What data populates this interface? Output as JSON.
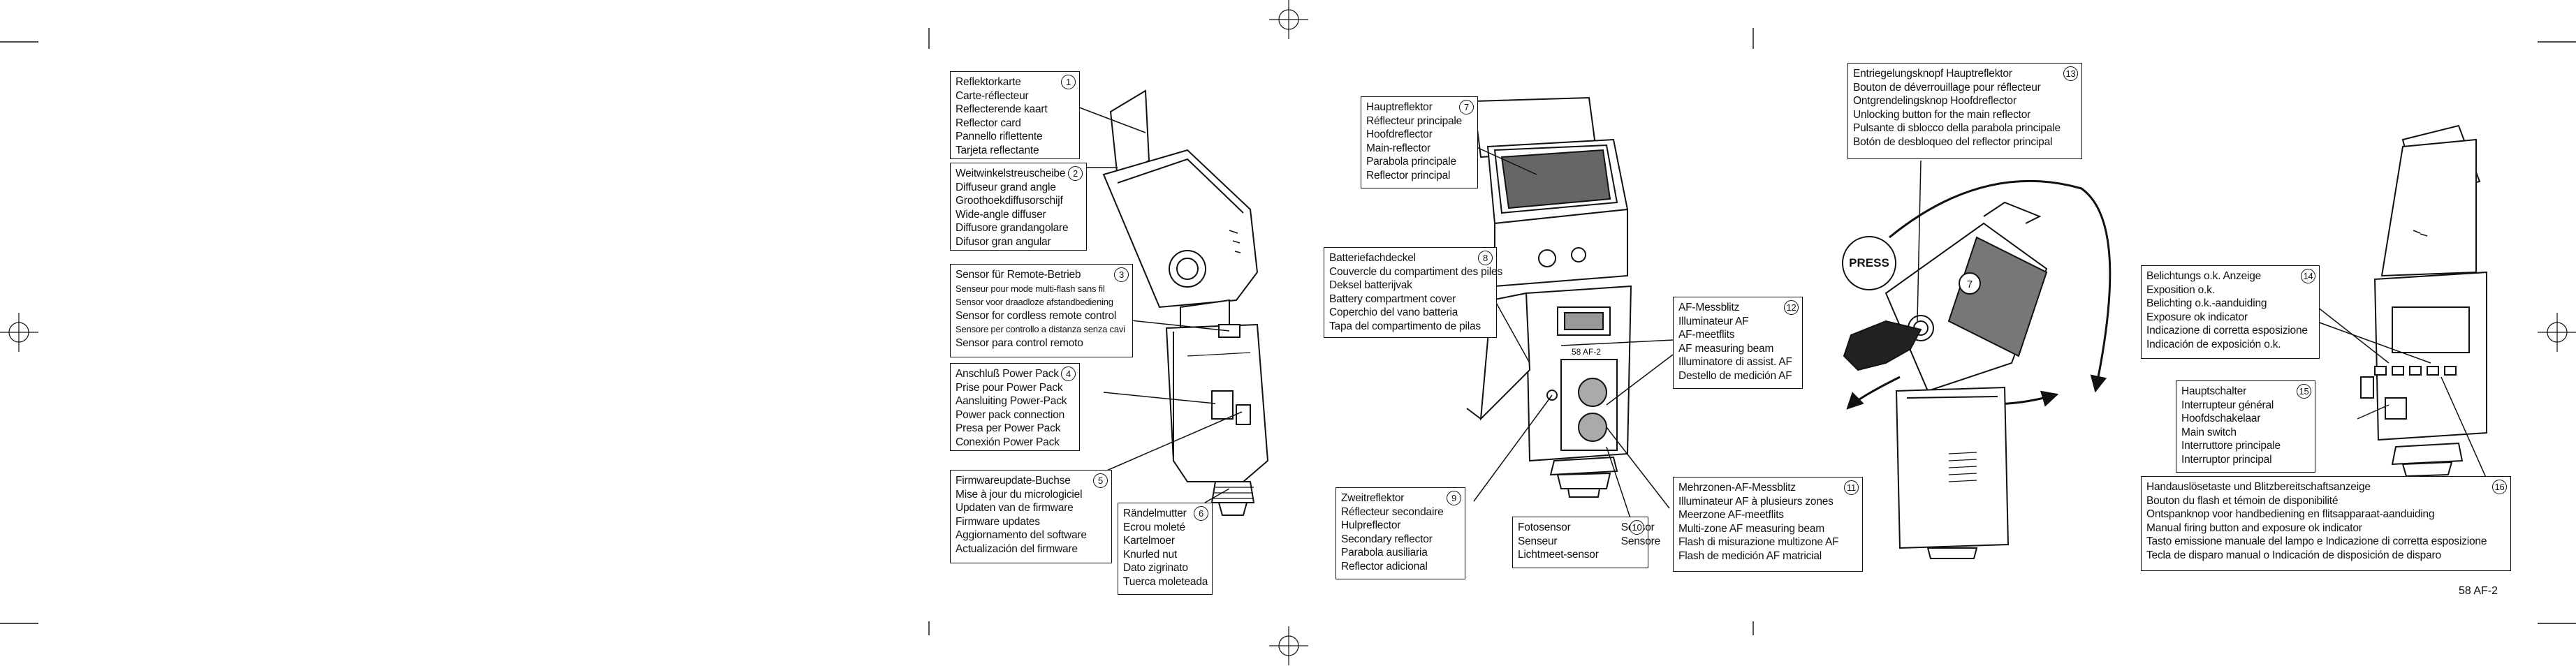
{
  "page_label": "58 AF-2",
  "callouts": [
    {
      "id": "1",
      "lines": [
        "Reflektorkarte",
        "Carte-réflecteur",
        "Reflecterende kaart",
        "Reflector card",
        "Pannello riflettente",
        "Tarjeta reflectante"
      ]
    },
    {
      "id": "2",
      "lines": [
        "Weitwinkelstreuscheibe",
        "Diffuseur grand angle",
        "Groothoekdiffusorschijf",
        "Wide-angle diffuser",
        "Diffusore grandangolare",
        "Difusor gran angular"
      ]
    },
    {
      "id": "3",
      "lines": [
        "Sensor für Remote-Betrieb",
        "Senseur pour mode multi-flash sans fil",
        "Sensor voor draadloze afstandbediening",
        "Sensor for cordless remote control",
        "Sensore per controllo a distanza senza cavi",
        "Sensor para control remoto"
      ]
    },
    {
      "id": "4",
      "lines": [
        "Anschluß Power Pack",
        "Prise pour Power Pack",
        "Aansluiting Power-Pack",
        "Power pack connection",
        "Presa per Power Pack",
        "Conexión Power Pack"
      ]
    },
    {
      "id": "5",
      "lines": [
        "Firmwareupdate-Buchse",
        "Mise à jour du micrologiciel",
        "Updaten van de firmware",
        "Firmware updates",
        "Aggiornamento del software",
        "Actualización del firmware"
      ]
    },
    {
      "id": "6",
      "lines": [
        "Rändelmutter",
        "Ecrou moleté",
        "Kartelmoer",
        "Knurled nut",
        "Dato zigrinato",
        "Tuerca moleteada"
      ]
    },
    {
      "id": "7",
      "lines": [
        "Hauptreflektor",
        "Réflecteur principale",
        "Hoofdreflector",
        "Main-reflector",
        "Parabola principale",
        "Reflector principal"
      ]
    },
    {
      "id": "8",
      "lines": [
        "Batteriefachdeckel",
        "Couvercle du compartiment des piles",
        "Deksel batterijvak",
        "Battery compartment cover",
        "Coperchio del vano batteria",
        "Tapa del compartimento de pilas"
      ]
    },
    {
      "id": "9",
      "lines": [
        "Zweitreflektor",
        "Réflecteur secondaire",
        "Hulpreflector",
        "Secondary reflector",
        "Parabola ausiliaria",
        "Reflector adicional"
      ]
    },
    {
      "id": "10",
      "col1": [
        "Fotosensor",
        "Senseur",
        "Lichtmeet-sensor"
      ],
      "col2": [
        "Sensor",
        "Sensore"
      ]
    },
    {
      "id": "11",
      "lines": [
        "Mehrzonen-AF-Messblitz",
        "Illuminateur AF à plusieurs zones",
        "Meerzone AF-meetflits",
        "Multi-zone AF measuring beam",
        "Flash di misurazione multizone AF",
        "Flash de medición AF matricial"
      ]
    },
    {
      "id": "12",
      "lines": [
        "AF-Messblitz",
        "Illuminateur AF",
        "AF-meetflits",
        "AF measuring beam",
        "Illuminatore di assist. AF",
        "Destello de medición AF"
      ]
    },
    {
      "id": "13",
      "lines": [
        "Entriegelungsknopf Hauptreflektor",
        "Bouton de déverrouillage pour réflecteur",
        "Ontgrendelingsknop Hoofdreflector",
        "Unlocking button for the main reflector",
        "Pulsante di sblocco della parabola principale",
        "Botón de desbloqueo del reflector principal"
      ]
    },
    {
      "id": "14",
      "lines": [
        "Belichtungs o.k. Anzeige",
        "Exposition o.k.",
        "Belichting o.k.-aanduiding",
        "Exposure ok indicator",
        "Indicazione di corretta esposizione",
        "Indicación de exposición o.k."
      ]
    },
    {
      "id": "15",
      "lines": [
        "Hauptschalter",
        "Interrupteur général",
        "Hoofdschakelaar",
        "Main switch",
        "Interruttore principale",
        "Interruptor principal"
      ]
    },
    {
      "id": "16",
      "lines": [
        "Handauslösetaste und Blitzbereitschaftsanzeige",
        "Bouton du flash et  témoin de disponibilité",
        "Ontspanknop voor handbediening en flitsapparaat-aanduiding",
        "Manual firing button and exposure ok indicator",
        "Tasto emissione manuale del lampo e Indicazione di corretta esposizione",
        "Tecla de disparo manual o Indicación de disposición de disparo"
      ]
    }
  ],
  "press_label": "PRESS",
  "flash_model_label": "58 AF-2",
  "marker_7": "7"
}
